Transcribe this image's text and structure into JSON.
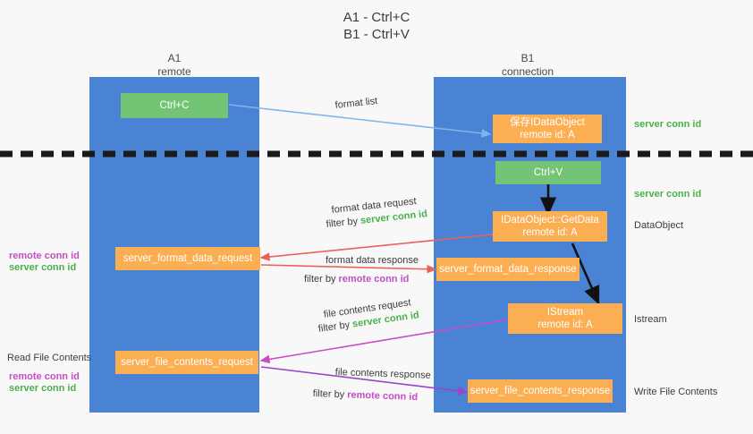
{
  "title": "A1 - Ctrl+C\nB1 - Ctrl+V",
  "colors": {
    "lane": "#4b83d4",
    "green_node": "#74c476",
    "orange_node": "#fcae53",
    "server_conn_id": "#4ab04a",
    "remote_conn_id": "#c44ec4",
    "divider": "#1a1a1a",
    "background": "#f8f8f8"
  },
  "columns": [
    {
      "name": "A1",
      "sub": "remote"
    },
    {
      "name": "B1",
      "sub": "connection"
    }
  ],
  "nodes": {
    "ctrl_c": "Ctrl+C",
    "ctrl_v": "Ctrl+V",
    "save_dataobject_line1": "保存IDataObject",
    "save_dataobject_line2": "remote id: A",
    "getdata_line1": "IDataObject::GetData",
    "getdata_line2": "remote id: A",
    "istream_line1": "IStream",
    "istream_line2": "remote id: A",
    "server_format_data_request": "server_format_data_request",
    "server_format_data_response": "server_format_data_response",
    "server_file_contents_request": "server_file_contents_request",
    "server_file_contents_response": "server_file_contents_response"
  },
  "edges": {
    "format_list": "format list",
    "format_data_request": "format data request",
    "format_data_response": "format data response",
    "file_contents_request": "file contents request",
    "file_contents_response": "file contents response",
    "filter_by": "filter by ",
    "server_conn_id": "server conn id",
    "remote_conn_id": "remote conn id"
  },
  "right_notes": {
    "server_conn_id_top": "server conn id",
    "server_conn_id_mid": "server conn id",
    "dataobject": "DataObject",
    "istream": "Istream",
    "write_file_contents": "Write File Contents"
  },
  "left_notes": {
    "remote_conn_id_1": "remote conn id",
    "server_conn_id_1": "server conn id",
    "read_file_contents": "Read File Contents",
    "remote_conn_id_2": "remote conn id",
    "server_conn_id_2": "server conn id"
  }
}
